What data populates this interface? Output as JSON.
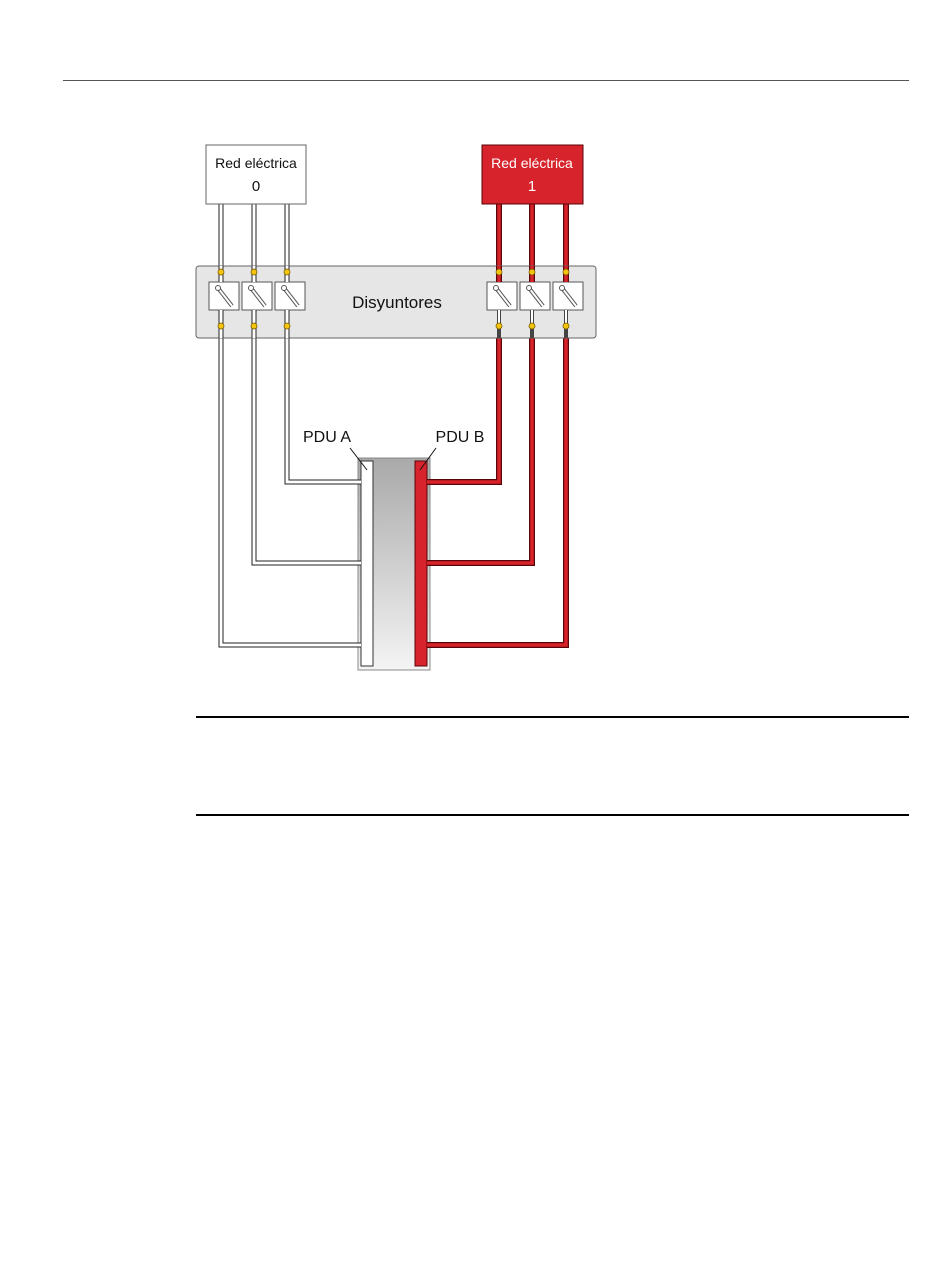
{
  "diagram": {
    "grid_0": {
      "line1": "Red eléctrica",
      "line2": "0"
    },
    "grid_1": {
      "line1": "Red eléctrica",
      "line2": "1"
    },
    "breakers_label": "Disyuntores",
    "pdu_a_label": "PDU A",
    "pdu_b_label": "PDU B"
  },
  "colors": {
    "red_line": "#d7232b",
    "dark_red": "#5a0508",
    "panel_fill": "#e6e6e6",
    "terminal": "#f2c40f"
  }
}
